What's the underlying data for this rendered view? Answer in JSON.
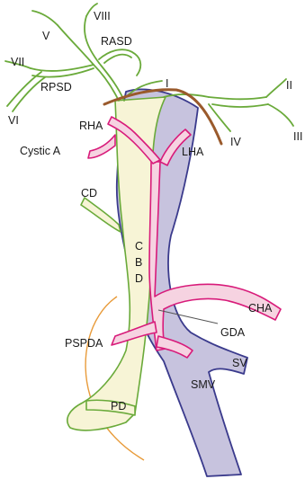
{
  "labels": {
    "v": "V",
    "viii": "VIII",
    "rasd": "RASD",
    "vii": "VII",
    "rpsd": "RPSD",
    "vi": "VI",
    "i": "I",
    "ii": "II",
    "iii": "III",
    "iv": "IV",
    "rha": "RHA",
    "cystic_a": "Cystic A",
    "lha": "LHA",
    "cd": "CD",
    "cbd_c": "C",
    "cbd_b": "B",
    "cbd_d": "D",
    "cha": "CHA",
    "gda": "GDA",
    "pspda": "PSPDA",
    "sv": "SV",
    "smv": "SMV",
    "pd": "PD"
  },
  "colors": {
    "bile_duct_stroke": "#6aaa3a",
    "bile_duct_fill": "#f7f4d6",
    "portal_vein_stroke": "#3a3a8c",
    "portal_vein_fill": "#c7c3de",
    "artery_stroke": "#d81b7a",
    "artery_fill": "#f6d3e1",
    "hilar_plate_line": "#9a5a2c",
    "pancreas_outline": "#e89b3a",
    "pointer_line": "#555555"
  }
}
